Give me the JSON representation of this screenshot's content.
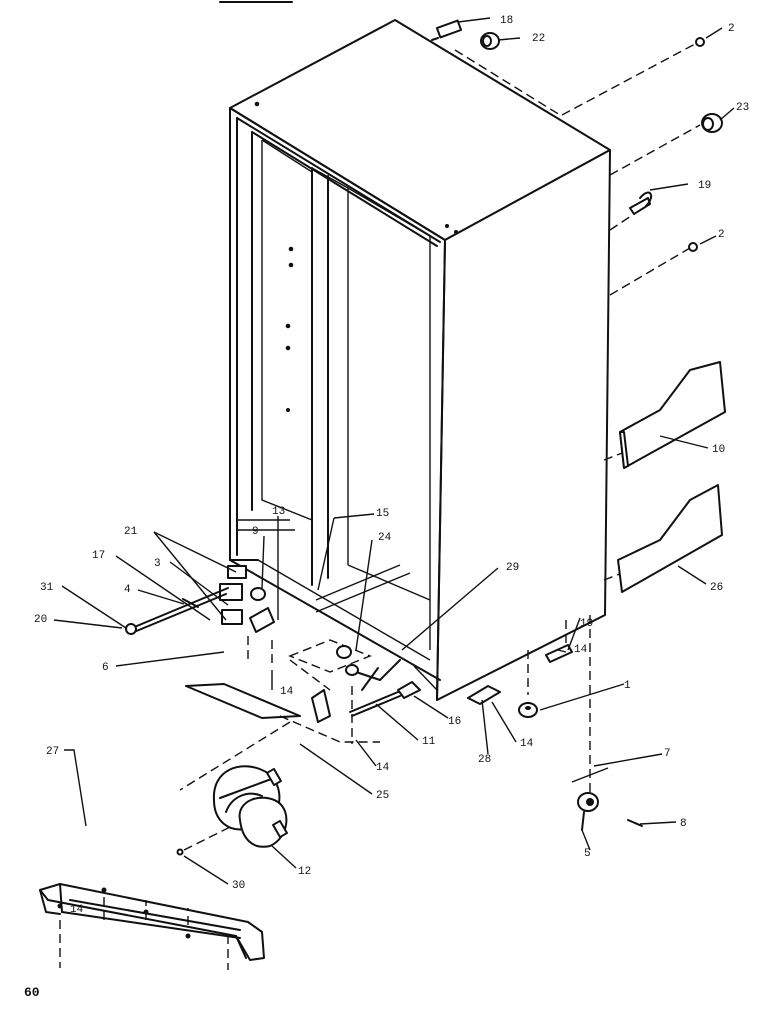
{
  "callouts": {
    "c18": "18",
    "c22": "22",
    "c2a": "2",
    "c23": "23",
    "c19a": "19",
    "c2b": "2",
    "c10": "10",
    "c26": "26",
    "c13": "13",
    "c15": "15",
    "c9": "9",
    "c24": "24",
    "c21": "21",
    "c29": "29",
    "c17": "17",
    "c3": "3",
    "c4": "4",
    "c31": "31",
    "c20": "20",
    "c6": "6",
    "c14a": "14",
    "c19b": "19",
    "c14b": "14",
    "c1": "1",
    "c16": "16",
    "c11": "11",
    "c14c": "14",
    "c28": "28",
    "c14d": "14",
    "c25": "25",
    "c7": "7",
    "c8": "8",
    "c5": "5",
    "c27": "27",
    "c12": "12",
    "c30": "30",
    "c14e": "14"
  },
  "page_number": "60"
}
